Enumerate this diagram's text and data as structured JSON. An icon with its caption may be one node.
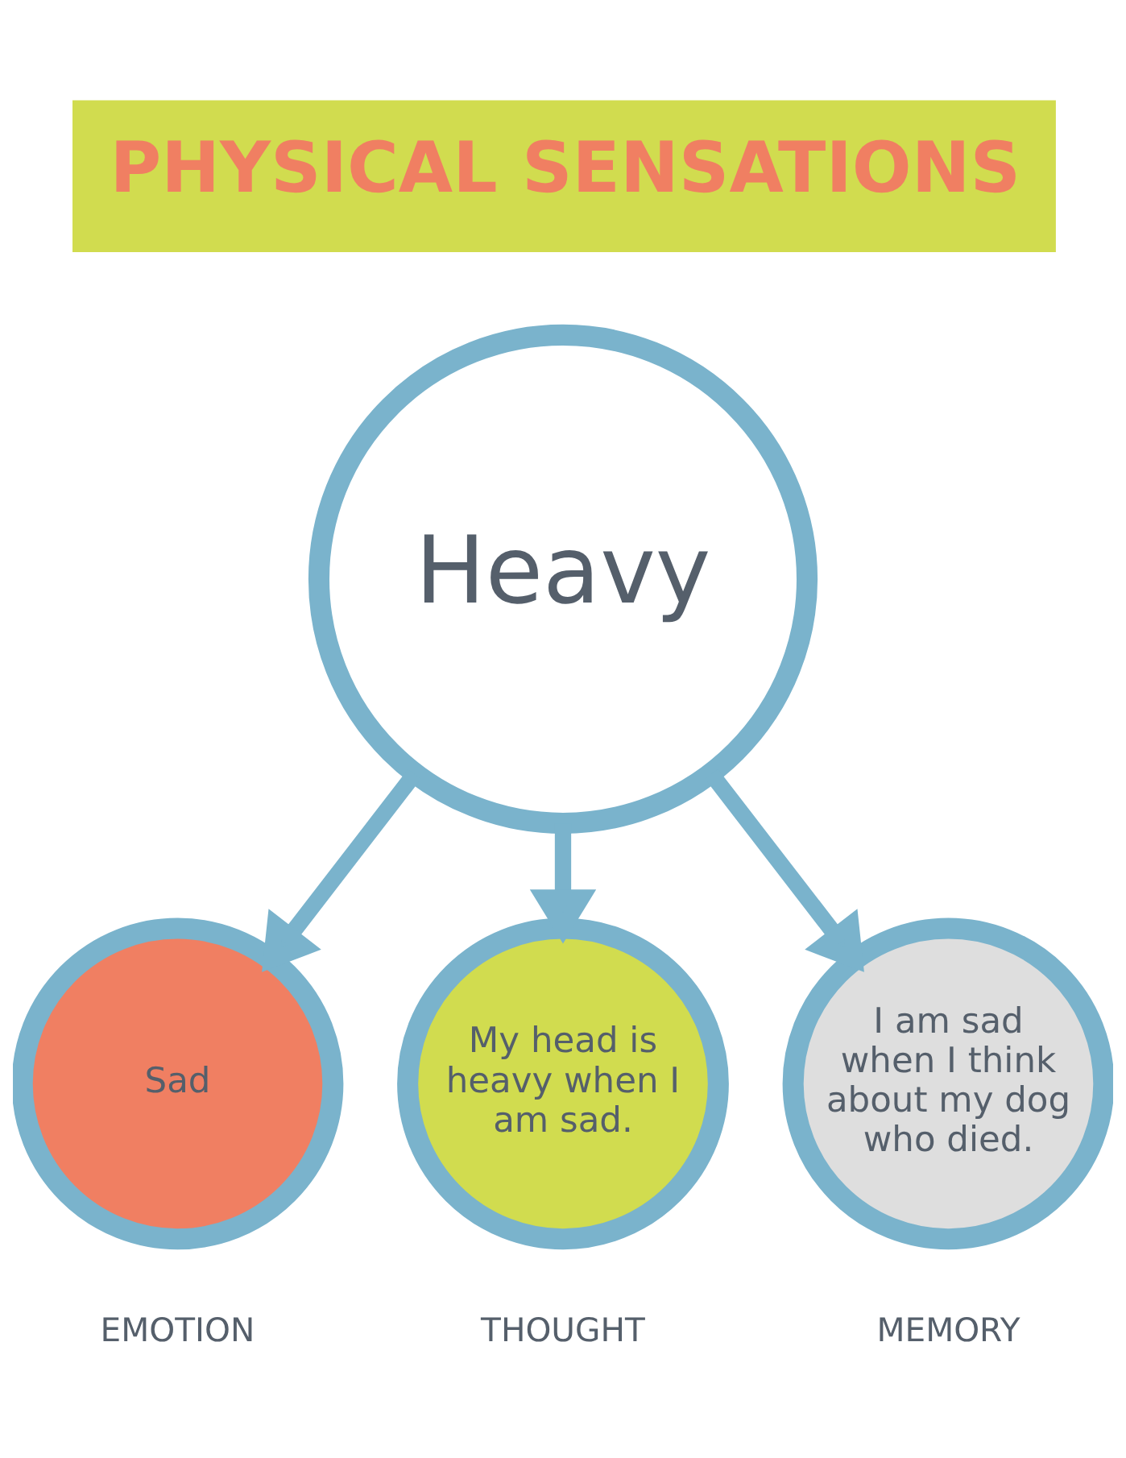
{
  "diagram": {
    "title": "PHYSICAL SENSATIONS",
    "nodes": [
      {
        "text": [
          "Heavy"
        ]
      },
      {
        "text": [
          "Sad"
        ],
        "beside": [
          "EMOTION"
        ]
      },
      {
        "text": [
          "My head is heavy when I am sad."
        ],
        "beside": [
          "THOUGHT"
        ]
      },
      {
        "text": [
          "I am sad when I think about my dog who died."
        ],
        "beside": [
          "MEMORY"
        ]
      }
    ],
    "edges": [
      {
        "from": 0,
        "to": 1,
        "arrow": "to"
      },
      {
        "from": 0,
        "to": 2,
        "arrow": "to"
      },
      {
        "from": 0,
        "to": 3,
        "arrow": "to"
      }
    ]
  }
}
